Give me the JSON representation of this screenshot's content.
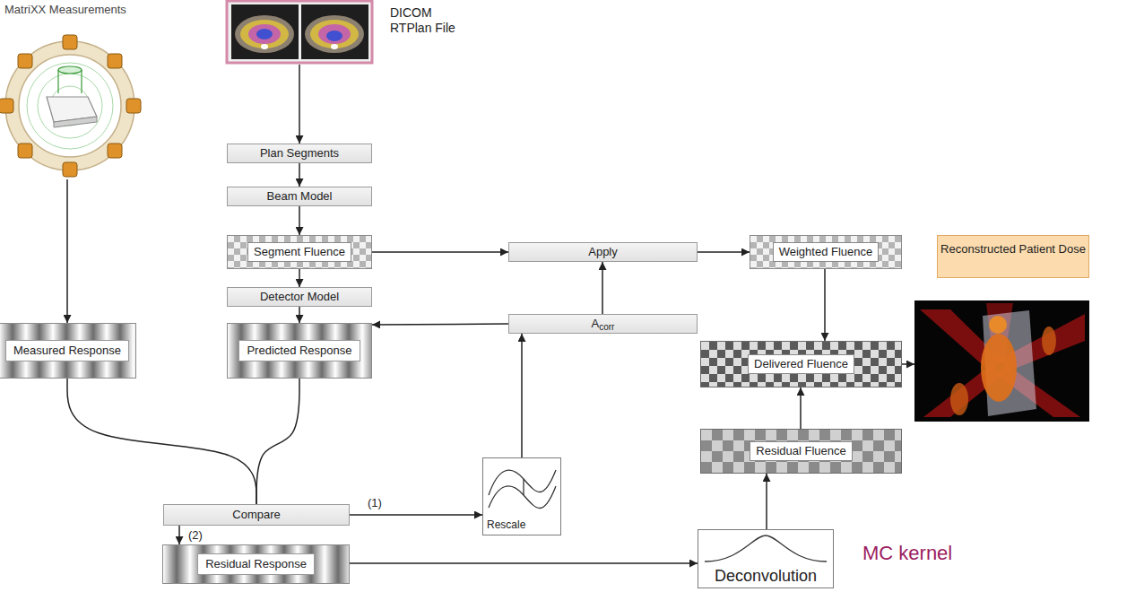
{
  "diagram": {
    "nodes": [
      {
        "text": [
          "MatriXX Measurements"
        ]
      },
      {
        "text": [
          "DICOM RTPlan File"
        ]
      },
      {
        "text": [
          "Plan Segments"
        ]
      },
      {
        "text": [
          "Beam Model"
        ]
      },
      {
        "text": [
          "Segment Fluence"
        ]
      },
      {
        "text": [
          "Apply"
        ]
      },
      {
        "text": [
          "Weighted Fluence"
        ]
      },
      {
        "text": [
          "Detector Model"
        ]
      },
      {
        "text": [
          "Measured Response"
        ]
      },
      {
        "text": [
          "Predicted Response"
        ]
      },
      {
        "text": [
          "A",
          "corr"
        ]
      },
      {
        "text": [
          "Delivered Fluence"
        ]
      },
      {
        "text": [
          "Reconstructed Patient Dose"
        ]
      },
      {
        "text": [
          "Compare"
        ]
      },
      {
        "text": [
          "Rescale"
        ]
      },
      {
        "text": [
          "Residual Fluence"
        ]
      },
      {
        "text": [
          "Residual Response"
        ]
      },
      {
        "text": [
          "Deconvolution"
        ]
      }
    ],
    "edges": [
      {
        "from": 0,
        "to": 8,
        "arrow": "to"
      },
      {
        "from": 1,
        "to": 2,
        "arrow": "to"
      },
      {
        "from": 2,
        "to": 3,
        "arrow": "to"
      },
      {
        "from": 3,
        "to": 4,
        "arrow": "to"
      },
      {
        "from": 4,
        "to": 5,
        "arrow": "to"
      },
      {
        "from": 5,
        "to": 6,
        "arrow": "to"
      },
      {
        "from": 4,
        "to": 7,
        "arrow": "to"
      },
      {
        "from": 7,
        "to": 9,
        "arrow": "to"
      },
      {
        "from": 10,
        "to": 9,
        "arrow": "to"
      },
      {
        "from": 10,
        "to": 5,
        "arrow": "to"
      },
      {
        "from": 6,
        "to": 11,
        "arrow": "to"
      },
      {
        "from": 11,
        "to": 12,
        "arrow": "to"
      },
      {
        "from": 8,
        "to": 13,
        "arrow": "none"
      },
      {
        "from": 9,
        "to": 13,
        "arrow": "none"
      },
      {
        "from": 13,
        "to": 14,
        "label": "(1)",
        "arrow": "to"
      },
      {
        "from": 14,
        "to": 10,
        "arrow": "to"
      },
      {
        "from": 13,
        "to": 16,
        "label": "(2)",
        "arrow": "to"
      },
      {
        "from": 16,
        "to": 17,
        "arrow": "to"
      },
      {
        "from": 17,
        "to": 15,
        "arrow": "to"
      },
      {
        "from": 15,
        "to": 11,
        "arrow": "to"
      }
    ],
    "labels": [
      "MC kernel"
    ]
  }
}
